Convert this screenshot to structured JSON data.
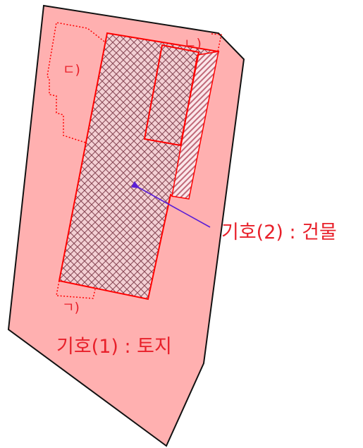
{
  "labels": {
    "land": "기호(1) : 토지",
    "building": "기호(2) : 건물",
    "part_a": "ㄱ)",
    "part_b": "ㄴ)",
    "part_c": "ㄷ)"
  },
  "colors": {
    "land_fill": "#ffb0b0",
    "land_outline": "#111111",
    "building_outline": "#ff0000",
    "crosshatch": "#8a4a58",
    "diagonal_hatch": "#c06878",
    "dotted_outline": "#ff0000",
    "arrow": "#5a1ed6",
    "label_text": "#e8202a"
  }
}
